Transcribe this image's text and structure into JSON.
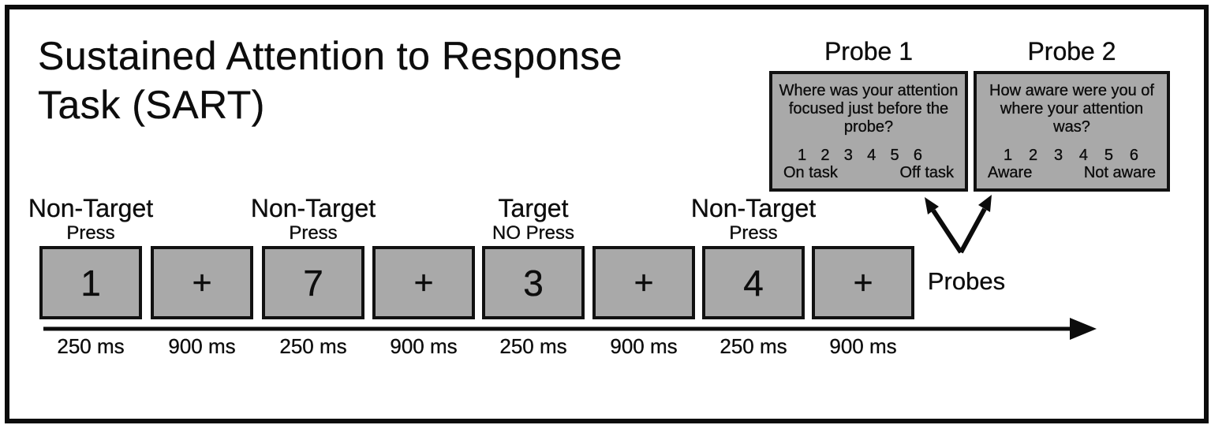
{
  "figure": {
    "title_line1": "Sustained Attention to Response",
    "title_line2": "Task (SART)"
  },
  "probes": {
    "pointer_label": "Probes",
    "items": [
      {
        "title": "Probe 1",
        "question_lines": [
          "Where was your attention",
          "focused just before the",
          "probe?"
        ],
        "scale": [
          "1",
          "2",
          "3",
          "4",
          "5",
          "6"
        ],
        "anchor_left": "On task",
        "anchor_right": "Off task"
      },
      {
        "title": "Probe 2",
        "question_lines": [
          "How aware were you of",
          "where your attention",
          "was?"
        ],
        "scale": [
          "1",
          "2",
          "3",
          "4",
          "5",
          "6"
        ],
        "anchor_left": "Aware",
        "anchor_right": "Not aware"
      }
    ]
  },
  "sequence": {
    "trials": [
      {
        "stimulus": "1",
        "type": "Non-Target",
        "response": "Press",
        "duration": "250 ms"
      },
      {
        "stimulus": "+",
        "type": "",
        "response": "",
        "duration": "900 ms"
      },
      {
        "stimulus": "7",
        "type": "Non-Target",
        "response": "Press",
        "duration": "250 ms"
      },
      {
        "stimulus": "+",
        "type": "",
        "response": "",
        "duration": "900 ms"
      },
      {
        "stimulus": "3",
        "type": "Target",
        "response": "NO Press",
        "duration": "250 ms"
      },
      {
        "stimulus": "+",
        "type": "",
        "response": "",
        "duration": "900 ms"
      },
      {
        "stimulus": "4",
        "type": "Non-Target",
        "response": "Press",
        "duration": "250 ms"
      },
      {
        "stimulus": "+",
        "type": "",
        "response": "",
        "duration": "900 ms"
      }
    ]
  },
  "colors": {
    "stimulus_fill": "#a9a9a9",
    "border": "#111111",
    "background": "#ffffff"
  }
}
